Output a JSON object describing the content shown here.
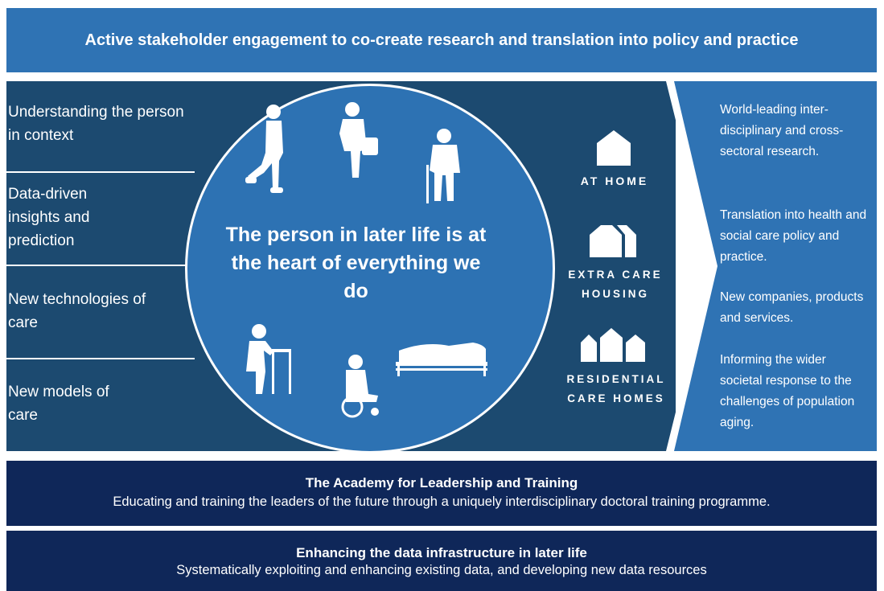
{
  "top_banner": "Active stakeholder engagement to co-create research and translation into policy and practice",
  "themes": [
    "Understanding the person in context",
    "Data-driven insights and prediction",
    "New technologies of care",
    "New models of care"
  ],
  "center_text": "The person in later life is at the heart of everything we do",
  "settings": [
    {
      "label": "AT HOME",
      "icon": "house-icon"
    },
    {
      "label": "EXTRA CARE HOUSING",
      "icon": "housing-icon"
    },
    {
      "label": "RESIDENTIAL CARE HOMES",
      "icon": "care-homes-icon"
    }
  ],
  "impacts": [
    "World-leading inter-disciplinary and cross-sectoral research.",
    "Translation into health and social care policy and practice.",
    "New companies, products and services.",
    "Informing the wider societal response to the challenges of population aging."
  ],
  "academy": {
    "title": "The Academy for Leadership and Training",
    "subtitle": "Educating and training the leaders of the future through a uniquely interdisciplinary doctoral training programme."
  },
  "data_infrastructure": {
    "title": "Enhancing the data infrastructure in later life",
    "subtitle": "Systematically exploiting and enhancing existing data, and developing new data resources"
  },
  "colors": {
    "light_blue": "#2f73b4",
    "mid_blue": "#1c4a70",
    "navy": "#0f2759"
  }
}
